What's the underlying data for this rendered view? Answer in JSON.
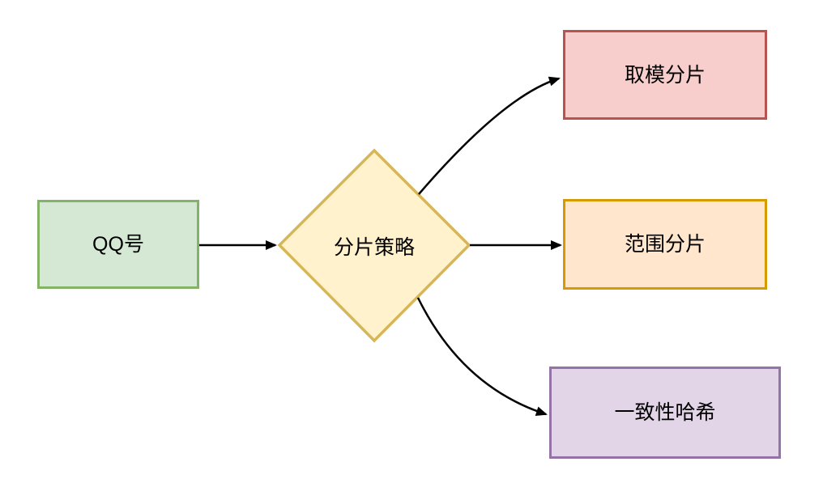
{
  "diagram": {
    "type": "flowchart",
    "background": "#FFFFFF",
    "connector_color": "#000000",
    "nodes": {
      "qq": {
        "label": "QQ号",
        "shape": "rectangle",
        "fill": "#D5E8D4",
        "stroke": "#82B366"
      },
      "decision": {
        "label": "分片策略",
        "shape": "diamond",
        "fill": "#FFF2CC",
        "stroke": "#D6B656"
      },
      "modulo": {
        "label": "取模分片",
        "shape": "rectangle",
        "fill": "#F8CECC",
        "stroke": "#B85450"
      },
      "range": {
        "label": "范围分片",
        "shape": "rectangle",
        "fill": "#FFE6CC",
        "stroke": "#D79B00"
      },
      "hash": {
        "label": "一致性哈希",
        "shape": "rectangle",
        "fill": "#E1D5E7",
        "stroke": "#9673A6"
      }
    },
    "edges": [
      {
        "from": "qq",
        "to": "decision",
        "style": "straight",
        "arrowhead": "filled-triangle"
      },
      {
        "from": "decision",
        "to": "modulo",
        "style": "curved",
        "arrowhead": "filled-triangle"
      },
      {
        "from": "decision",
        "to": "range",
        "style": "straight",
        "arrowhead": "filled-triangle"
      },
      {
        "from": "decision",
        "to": "hash",
        "style": "curved",
        "arrowhead": "filled-triangle"
      }
    ]
  }
}
